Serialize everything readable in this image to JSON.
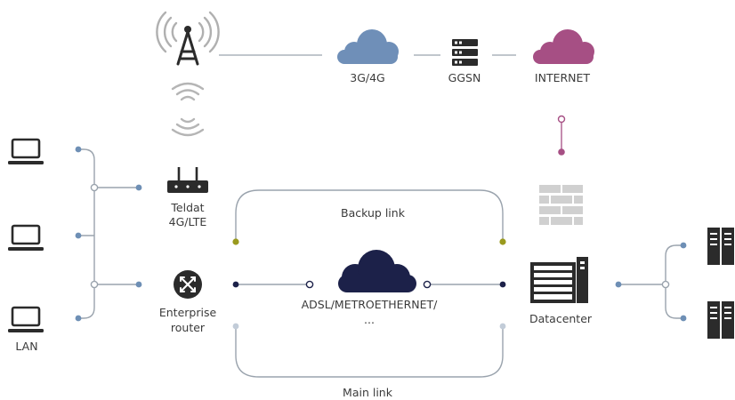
{
  "labels": {
    "mobile": "3G/4G",
    "ggsn": "GGSN",
    "internet": "INTERNET",
    "teldat_line1": "Teldat",
    "teldat_line2": "4G/LTE",
    "enterprise_line1": "Enterprise",
    "enterprise_line2": "router",
    "backup_link": "Backup link",
    "adsl": "ADSL/METROETHERNET/",
    "adsl_more": "...",
    "datacenter": "Datacenter",
    "main_link": "Main link",
    "lan": "LAN"
  },
  "colors": {
    "line": "#9aa3ad",
    "node_blue": "#6e8fb5",
    "cloud_mobile": "#6f8fb8",
    "cloud_internet": "#a64f84",
    "cloud_adsl": "#1c2149",
    "backup_accent": "#9a9a1e",
    "icon_dark": "#2b2b2b",
    "firewall": "#d0d0d0"
  },
  "icons": [
    "antenna-tower-icon",
    "wireless-signal-icon",
    "server-icon",
    "router-icon",
    "laptop-icon",
    "firewall-icon",
    "datacenter-icon",
    "rack-server-icon",
    "cloud-icon"
  ]
}
